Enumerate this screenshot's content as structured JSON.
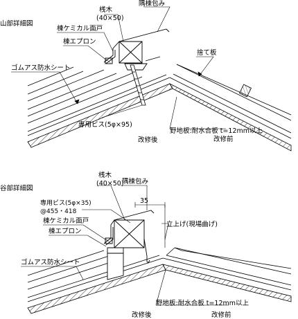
{
  "top": {
    "title": "山部詳細図",
    "labels": {
      "purlin": "桟木",
      "purlin_size": "(40×50)",
      "ridge_cover": "隅棟包み",
      "ridge_chemical_door": "棟ケミカル面戸",
      "ridge_apron": "棟エプロン",
      "waterproof_sheet": "ゴムアス防水シート",
      "screw": "専用ビス(5φ×95)",
      "after_label": "改修後",
      "discarded_board": "捨て板",
      "base_board": "野地板:耐水合板 t=12mm以上",
      "before_label": "改修前"
    }
  },
  "bottom": {
    "title": "谷部詳細図",
    "labels": {
      "purlin": "桟木",
      "purlin_size": "(40×50)",
      "ridge_cover": "隅棟包み",
      "screw": "専用ビス(5φ×35)",
      "screw_pitch": "@455・418",
      "dim_35": "35",
      "ridge_chemical_door": "棟ケミカル面戸",
      "ridge_apron": "棟エプロン",
      "upturn": "立上げ(現場曲げ)",
      "waterproof_sheet": "ゴムアス防水シート",
      "base_board": "野地板:耐水合板 t=12mm以上",
      "after_label": "改修後",
      "before_label": "改修前"
    }
  }
}
